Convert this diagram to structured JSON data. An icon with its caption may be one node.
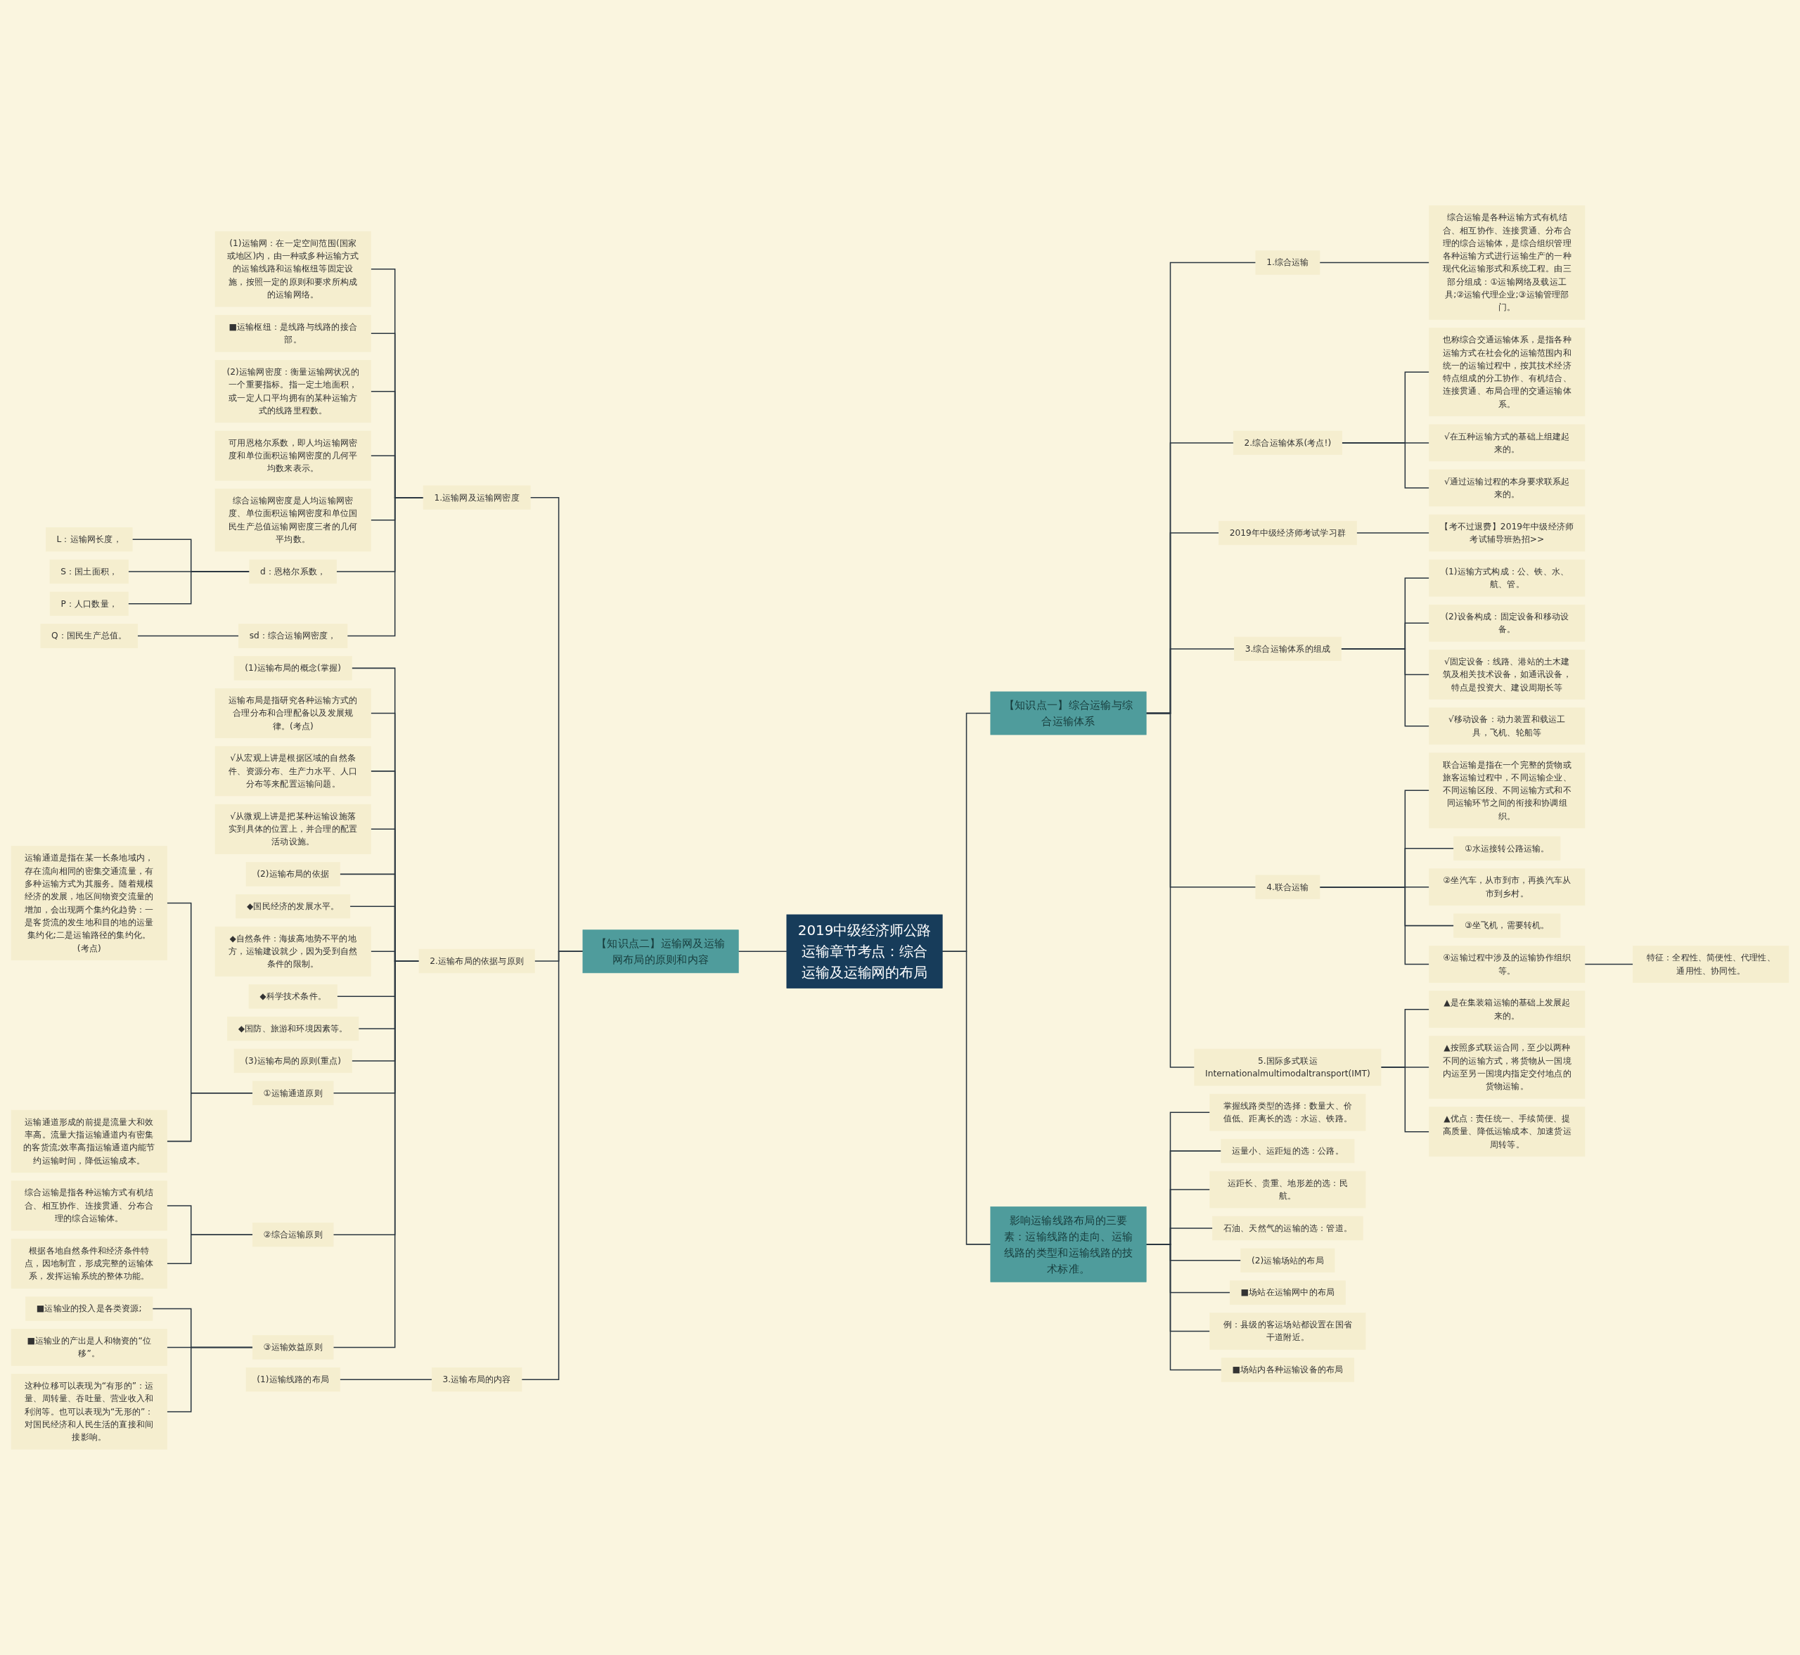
{
  "diagram": {
    "nodes": [
      {
        "text": [
          "2019中级经济师公路运输章节考点：综合运输及运输网的布局"
        ]
      },
      {
        "text": [
          "【知识点二】运输网及运输网布局的原则和内容"
        ]
      },
      {
        "text": [
          "1.运输网及运输网密度"
        ]
      },
      {
        "text": [
          "(1)运输网：在一定空间范围(国家或地区)内，由一种或多种运输方式的运输线路和运输枢纽等固定设施，按照一定的原则和要求所构成的运输网络。"
        ]
      },
      {
        "text": [
          "■运输枢纽：是线路与线路的接合部。"
        ]
      },
      {
        "text": [
          "(2)运输网密度：衡量运输网状况的一个重要指标。指一定土地面积，或一定人口平均拥有的某种运输方式的线路里程数。"
        ]
      },
      {
        "text": [
          "可用恩格尔系数，即人均运输网密度和单位面积运输网密度的几何平均数来表示。"
        ]
      },
      {
        "text": [
          "综合运输网密度是人均运输网密度、单位面积运输网密度和单位国民生产总值运输网密度三者的几何平均数。"
        ]
      },
      {
        "text": [
          "d：恩格尔系数，"
        ]
      },
      {
        "text": [
          "L：运输网长度，"
        ]
      },
      {
        "text": [
          "S：国土面积，"
        ]
      },
      {
        "text": [
          "P：人口数量，"
        ]
      },
      {
        "text": [
          "sd：综合运输网密度，"
        ]
      },
      {
        "text": [
          "Q：国民生产总值。"
        ]
      },
      {
        "text": [
          "2.运输布局的依据与原则"
        ]
      },
      {
        "text": [
          "(1)运输布局的概念(掌握)"
        ]
      },
      {
        "text": [
          "运输布局是指研究各种运输方式的合理分布和合理配备以及发展规律。(考点)"
        ]
      },
      {
        "text": [
          "√从宏观上讲是根据区域的自然条件、资源分布、生产力水平、人口分布等来配置运输问题。"
        ]
      },
      {
        "text": [
          "√从微观上讲是把某种运输设施落实到具体的位置上，并合理的配置活动设施。"
        ]
      },
      {
        "text": [
          "(2)运输布局的依据"
        ]
      },
      {
        "text": [
          "◆国民经济的发展水平。"
        ]
      },
      {
        "text": [
          "◆自然条件：海拔高地势不平的地方，运输建设就少，因为受到自然条件的限制。"
        ]
      },
      {
        "text": [
          "◆科学技术条件。"
        ]
      },
      {
        "text": [
          "◆国防、旅游和环境因素等。"
        ]
      },
      {
        "text": [
          "(3)运输布局的原则(重点)"
        ]
      },
      {
        "text": [
          "①运输通道原则"
        ]
      },
      {
        "text": [
          "运输通道是指在某一长条地域内，存在流向相同的密集交通流量，有多种运输方式为其服务。随着规模经济的发展，地区间物资交流量的增加，会出现两个集约化趋势：一是客货流的发生地和目的地的运量集约化;二是运输路径的集约化。(考点)"
        ]
      },
      {
        "text": [
          "运输通道形成的前提是流量大和效率高。流量大指运输通道内有密集的客货流;效率高指运输通道内能节约运输时间，降低运输成本。"
        ]
      },
      {
        "text": [
          "②综合运输原则"
        ]
      },
      {
        "text": [
          "综合运输是指各种运输方式有机结合、相互协作、连接贯通、分布合理的综合运输体。"
        ]
      },
      {
        "text": [
          "根据各地自然条件和经济条件特点，因地制宜，形成完整的运输体系，发挥运输系统的整体功能。"
        ]
      },
      {
        "text": [
          "③运输效益原则"
        ]
      },
      {
        "text": [
          "■运输业的投入是各类资源;"
        ]
      },
      {
        "text": [
          "■运输业的产出是人和物资的“位移”。"
        ]
      },
      {
        "text": [
          "这种位移可以表现为“有形的”：运量、周转量、吞吐量、营业收入和利润等。也可以表现为“无形的”：对国民经济和人民生活的直接和间接影响。"
        ]
      },
      {
        "text": [
          "3.运输布局的内容"
        ]
      },
      {
        "text": [
          "(1)运输线路的布局"
        ]
      },
      {
        "text": [
          "【知识点一】综合运输与综合运输体系"
        ]
      },
      {
        "text": [
          "1.综合运输"
        ]
      },
      {
        "text": [
          "综合运输是各种运输方式有机结合、相互协作、连接贯通、分布合理的综合运输体，是综合组织管理各种运输方式进行运输生产的一种现代化运输形式和系统工程。由三部分组成：①运输网络及载运工具;②运输代理企业;③运输管理部门。"
        ]
      },
      {
        "text": [
          "2.综合运输体系(考点!)"
        ]
      },
      {
        "text": [
          "也称综合交通运输体系，是指各种运输方式在社会化的运输范围内和统一的运输过程中，按其技术经济特点组成的分工协作、有机结合、连接贯通、布局合理的交通运输体系。"
        ]
      },
      {
        "text": [
          "√在五种运输方式的基础上组建起来的。"
        ]
      },
      {
        "text": [
          "√通过运输过程的本身要求联系起来的。"
        ]
      },
      {
        "text": [
          "2019年中级经济师考试学习群"
        ]
      },
      {
        "text": [
          "【考不过退费】2019年中级经济师考试辅导班热招>>"
        ]
      },
      {
        "text": [
          "3.综合运输体系的组成"
        ]
      },
      {
        "text": [
          "(1)运输方式构成：公、铁、水、航、管。"
        ]
      },
      {
        "text": [
          "(2)设备构成：固定设备和移动设备。"
        ]
      },
      {
        "text": [
          "√固定设备：线路、港站的土木建筑及相关技术设备，如通讯设备，特点是投资大、建设周期长等"
        ]
      },
      {
        "text": [
          "√移动设备：动力装置和载运工具，飞机、轮船等"
        ]
      },
      {
        "text": [
          "4.联合运输"
        ]
      },
      {
        "text": [
          "联合运输是指在一个完整的货物或旅客运输过程中，不同运输企业、不同运输区段、不同运输方式和不同运输环节之间的衔接和协调组织。"
        ]
      },
      {
        "text": [
          "①水运接转公路运输。"
        ]
      },
      {
        "text": [
          "②坐汽车，从市到市，再换汽车从市到乡村。"
        ]
      },
      {
        "text": [
          "③坐飞机，需要转机。"
        ]
      },
      {
        "text": [
          "④运输过程中涉及的运输协作组织等。"
        ]
      },
      {
        "text": [
          "特征：全程性、简便性、代理性、通用性、协同性。"
        ]
      },
      {
        "text": [
          "5.国际多式联运Internationalmultimodaltransport(IMT)"
        ]
      },
      {
        "text": [
          "▲是在集装箱运输的基础上发展起来的。"
        ]
      },
      {
        "text": [
          "▲按照多式联运合同，至少以两种不同的运输方式，将货物从一国境内运至另一国境内指定交付地点的货物运输。"
        ]
      },
      {
        "text": [
          "▲优点：责任统一、手续简便、提高质量、降低运输成本、加速货运周转等。"
        ]
      },
      {
        "text": [
          "影响运输线路布局的三要素：运输线路的走向、运输线路的类型和运输线路的技术标准。"
        ]
      },
      {
        "text": [
          "掌握线路类型的选择：数量大、价值低、距离长的选：水运、铁路。"
        ]
      },
      {
        "text": [
          "运量小、运距短的选：公路。"
        ]
      },
      {
        "text": [
          "运距长、贵重、地形差的选：民航。"
        ]
      },
      {
        "text": [
          "石油、天然气的运输的选：管道。"
        ]
      },
      {
        "text": [
          "(2)运输场站的布局"
        ]
      },
      {
        "text": [
          "■场站在运输网中的布局"
        ]
      },
      {
        "text": [
          "例：县级的客运场站都设置在国省干道附近。"
        ]
      },
      {
        "text": [
          "■场站内各种运输设备的布局"
        ]
      }
    ],
    "edges": [
      {
        "from": 0,
        "to": 1,
        "arrow": "none"
      },
      {
        "from": 1,
        "to": 2,
        "arrow": "none"
      },
      {
        "from": 2,
        "to": 3,
        "arrow": "none"
      },
      {
        "from": 2,
        "to": 4,
        "arrow": "none"
      },
      {
        "from": 2,
        "to": 5,
        "arrow": "none"
      },
      {
        "from": 2,
        "to": 6,
        "arrow": "none"
      },
      {
        "from": 2,
        "to": 7,
        "arrow": "none"
      },
      {
        "from": 2,
        "to": 8,
        "arrow": "none"
      },
      {
        "from": 8,
        "to": 9,
        "arrow": "none"
      },
      {
        "from": 8,
        "to": 10,
        "arrow": "none"
      },
      {
        "from": 8,
        "to": 11,
        "arrow": "none"
      },
      {
        "from": 2,
        "to": 12,
        "arrow": "none"
      },
      {
        "from": 12,
        "to": 13,
        "arrow": "none"
      },
      {
        "from": 1,
        "to": 14,
        "arrow": "none"
      },
      {
        "from": 14,
        "to": 15,
        "arrow": "none"
      },
      {
        "from": 14,
        "to": 16,
        "arrow": "none"
      },
      {
        "from": 14,
        "to": 17,
        "arrow": "none"
      },
      {
        "from": 14,
        "to": 18,
        "arrow": "none"
      },
      {
        "from": 14,
        "to": 19,
        "arrow": "none"
      },
      {
        "from": 14,
        "to": 20,
        "arrow": "none"
      },
      {
        "from": 14,
        "to": 21,
        "arrow": "none"
      },
      {
        "from": 14,
        "to": 22,
        "arrow": "none"
      },
      {
        "from": 14,
        "to": 23,
        "arrow": "none"
      },
      {
        "from": 14,
        "to": 24,
        "arrow": "none"
      },
      {
        "from": 14,
        "to": 25,
        "arrow": "none"
      },
      {
        "from": 25,
        "to": 26,
        "arrow": "none"
      },
      {
        "from": 25,
        "to": 27,
        "arrow": "none"
      },
      {
        "from": 14,
        "to": 28,
        "arrow": "none"
      },
      {
        "from": 28,
        "to": 29,
        "arrow": "none"
      },
      {
        "from": 28,
        "to": 30,
        "arrow": "none"
      },
      {
        "from": 14,
        "to": 31,
        "arrow": "none"
      },
      {
        "from": 31,
        "to": 32,
        "arrow": "none"
      },
      {
        "from": 31,
        "to": 33,
        "arrow": "none"
      },
      {
        "from": 31,
        "to": 34,
        "arrow": "none"
      },
      {
        "from": 1,
        "to": 35,
        "arrow": "none"
      },
      {
        "from": 35,
        "to": 36,
        "arrow": "none"
      },
      {
        "from": 0,
        "to": 37,
        "arrow": "none"
      },
      {
        "from": 37,
        "to": 38,
        "arrow": "none"
      },
      {
        "from": 38,
        "to": 39,
        "arrow": "none"
      },
      {
        "from": 37,
        "to": 40,
        "arrow": "none"
      },
      {
        "from": 40,
        "to": 41,
        "arrow": "none"
      },
      {
        "from": 40,
        "to": 42,
        "arrow": "none"
      },
      {
        "from": 40,
        "to": 43,
        "arrow": "none"
      },
      {
        "from": 37,
        "to": 44,
        "arrow": "none"
      },
      {
        "from": 44,
        "to": 45,
        "arrow": "none"
      },
      {
        "from": 37,
        "to": 46,
        "arrow": "none"
      },
      {
        "from": 46,
        "to": 47,
        "arrow": "none"
      },
      {
        "from": 46,
        "to": 48,
        "arrow": "none"
      },
      {
        "from": 46,
        "to": 49,
        "arrow": "none"
      },
      {
        "from": 46,
        "to": 50,
        "arrow": "none"
      },
      {
        "from": 37,
        "to": 51,
        "arrow": "none"
      },
      {
        "from": 51,
        "to": 52,
        "arrow": "none"
      },
      {
        "from": 51,
        "to": 53,
        "arrow": "none"
      },
      {
        "from": 51,
        "to": 54,
        "arrow": "none"
      },
      {
        "from": 51,
        "to": 55,
        "arrow": "none"
      },
      {
        "from": 51,
        "to": 56,
        "arrow": "none"
      },
      {
        "from": 56,
        "to": 57,
        "arrow": "none"
      },
      {
        "from": 37,
        "to": 58,
        "arrow": "none"
      },
      {
        "from": 58,
        "to": 59,
        "arrow": "none"
      },
      {
        "from": 58,
        "to": 60,
        "arrow": "none"
      },
      {
        "from": 58,
        "to": 61,
        "arrow": "none"
      },
      {
        "from": 0,
        "to": 62,
        "arrow": "none"
      },
      {
        "from": 62,
        "to": 63,
        "arrow": "none"
      },
      {
        "from": 62,
        "to": 64,
        "arrow": "none"
      },
      {
        "from": 62,
        "to": 65,
        "arrow": "none"
      },
      {
        "from": 62,
        "to": 66,
        "arrow": "none"
      },
      {
        "from": 62,
        "to": 67,
        "arrow": "none"
      },
      {
        "from": 62,
        "to": 68,
        "arrow": "none"
      },
      {
        "from": 62,
        "to": 69,
        "arrow": "none"
      },
      {
        "from": 62,
        "to": 70,
        "arrow": "none"
      }
    ]
  }
}
